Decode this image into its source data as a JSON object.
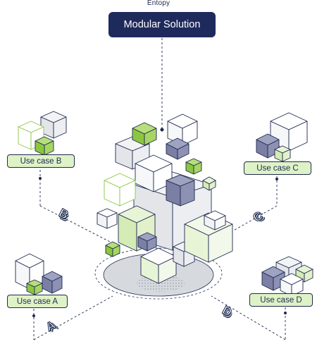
{
  "brand": "Entopy",
  "title": "Modular Solution",
  "use_cases": {
    "a": "Use case A",
    "b": "Use case B",
    "c": "Use case C",
    "d": "Use case D"
  },
  "letters": {
    "a": "A",
    "b": "B",
    "c": "C",
    "d": "D"
  },
  "colors": {
    "navy": "#1f2a5c",
    "green": "#8cc63f",
    "light_green": "#def2c7",
    "slate": "#7b7fa3",
    "light_gray": "#e6e8ec",
    "platform": "#d6d9de"
  }
}
